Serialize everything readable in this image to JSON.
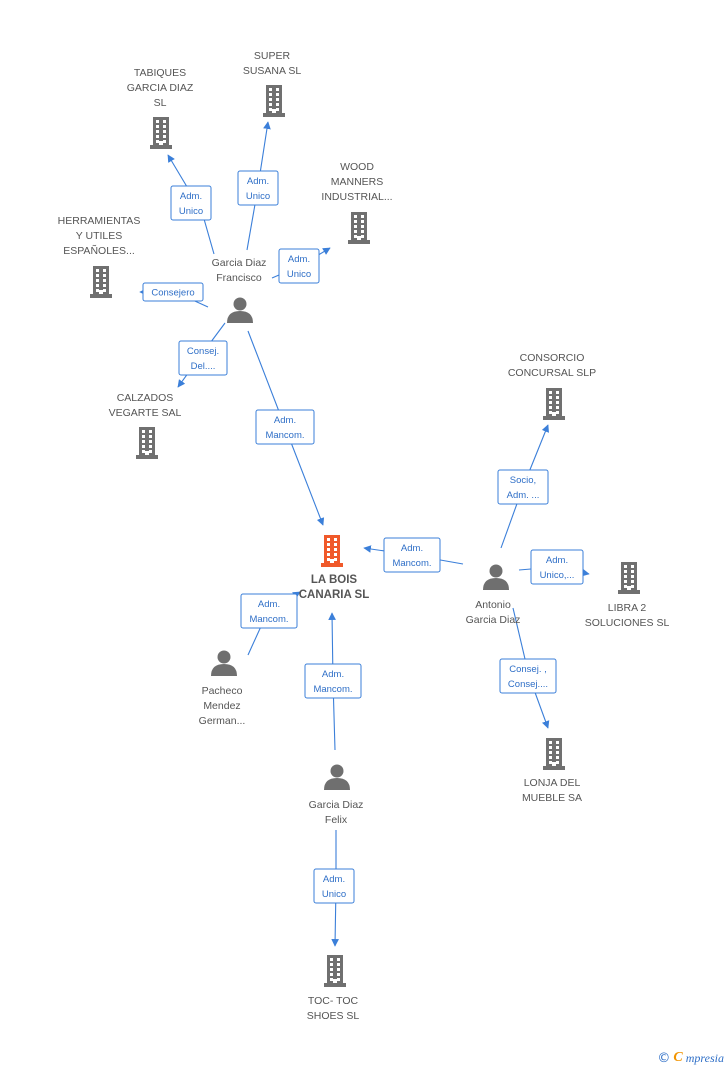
{
  "colors": {
    "building": "#707070",
    "building_main": "#f0592a",
    "person": "#6f6f6f",
    "edge": "#3b7fd9",
    "label": "#555555"
  },
  "nodes": [
    {
      "id": "la-bois",
      "kind": "company-main",
      "lines": [
        "LA BOIS",
        "CANARIA SL"
      ]
    },
    {
      "id": "tabiques",
      "kind": "company",
      "lines": [
        "TABIQUES",
        "GARCIA DIAZ",
        "SL"
      ]
    },
    {
      "id": "super-susana",
      "kind": "company",
      "lines": [
        "SUPER",
        "SUSANA  SL"
      ]
    },
    {
      "id": "wood-manners",
      "kind": "company",
      "lines": [
        "WOOD",
        "MANNERS",
        "INDUSTRIAL..."
      ]
    },
    {
      "id": "herramientas",
      "kind": "company",
      "lines": [
        "HERRAMIENTAS",
        "Y UTILES",
        "ESPAÑOLES..."
      ]
    },
    {
      "id": "calzados",
      "kind": "company",
      "lines": [
        "CALZADOS",
        "VEGARTE SAL"
      ]
    },
    {
      "id": "consorcio",
      "kind": "company",
      "lines": [
        "CONSORCIO",
        "CONCURSAL SLP"
      ]
    },
    {
      "id": "libra2",
      "kind": "company",
      "lines": [
        "LIBRA 2",
        "SOLUCIONES SL"
      ]
    },
    {
      "id": "lonja",
      "kind": "company",
      "lines": [
        "LONJA DEL",
        "MUEBLE SA"
      ]
    },
    {
      "id": "toc-toc",
      "kind": "company",
      "lines": [
        "TOC- TOC",
        "SHOES  SL"
      ]
    },
    {
      "id": "garcia-francisco",
      "kind": "person",
      "lines": [
        "Garcia Diaz",
        "Francisco"
      ]
    },
    {
      "id": "antonio",
      "kind": "person",
      "lines": [
        "Antonio",
        "Garcia Diaz"
      ]
    },
    {
      "id": "pacheco",
      "kind": "person",
      "lines": [
        "Pacheco",
        "Mendez",
        "German..."
      ]
    },
    {
      "id": "garcia-felix",
      "kind": "person",
      "lines": [
        "Garcia Diaz",
        "Felix"
      ]
    }
  ],
  "edges": [
    {
      "from": "garcia-francisco",
      "to": "tabiques",
      "label": [
        "Adm.",
        "Unico"
      ]
    },
    {
      "from": "garcia-francisco",
      "to": "super-susana",
      "label": [
        "Adm.",
        "Unico"
      ]
    },
    {
      "from": "garcia-francisco",
      "to": "wood-manners",
      "label": [
        "Adm.",
        "Unico"
      ]
    },
    {
      "from": "garcia-francisco",
      "to": "herramientas",
      "label": [
        "Consejero"
      ]
    },
    {
      "from": "garcia-francisco",
      "to": "calzados",
      "label": [
        "Consej.",
        "Del...."
      ]
    },
    {
      "from": "garcia-francisco",
      "to": "la-bois",
      "label": [
        "Adm.",
        "Mancom."
      ]
    },
    {
      "from": "antonio",
      "to": "la-bois",
      "label": [
        "Adm.",
        "Mancom."
      ]
    },
    {
      "from": "antonio",
      "to": "consorcio",
      "label": [
        "Socio,",
        "Adm. ..."
      ]
    },
    {
      "from": "antonio",
      "to": "libra2",
      "label": [
        "Adm.",
        "Unico,..."
      ]
    },
    {
      "from": "antonio",
      "to": "lonja",
      "label": [
        "Consej. ,",
        "Consej...."
      ]
    },
    {
      "from": "pacheco",
      "to": "la-bois",
      "label": [
        "Adm.",
        "Mancom."
      ]
    },
    {
      "from": "garcia-felix",
      "to": "la-bois",
      "label": [
        "Adm.",
        "Mancom."
      ]
    },
    {
      "from": "garcia-felix",
      "to": "toc-toc",
      "label": [
        "Adm.",
        "Unico"
      ]
    }
  ],
  "footer": {
    "copyright": "©",
    "brand_initial": "C",
    "brand_rest": "mpresia"
  }
}
